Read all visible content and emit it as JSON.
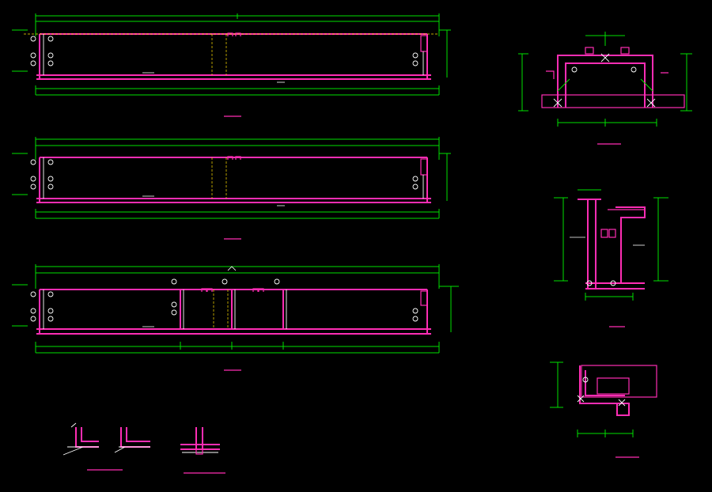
{
  "colors": {
    "background": "#000000",
    "dimension": "#00e000",
    "wall": "#ff2db4",
    "annotation": "#ffffff",
    "hidden": "#ffe000"
  },
  "sections": [
    {
      "id": "sec-1",
      "title": "",
      "scale": ""
    },
    {
      "id": "sec-2",
      "title": "",
      "scale": ""
    },
    {
      "id": "sec-3",
      "title": "",
      "scale": ""
    }
  ],
  "details": [
    {
      "id": "detail-top-right",
      "title": "",
      "scale": ""
    },
    {
      "id": "detail-mid-right",
      "title": "",
      "scale": ""
    },
    {
      "id": "detail-bottom-right",
      "title": "",
      "scale": ""
    },
    {
      "id": "detail-bottom-left-1",
      "title": ""
    },
    {
      "id": "detail-bottom-left-2",
      "title": ""
    }
  ]
}
